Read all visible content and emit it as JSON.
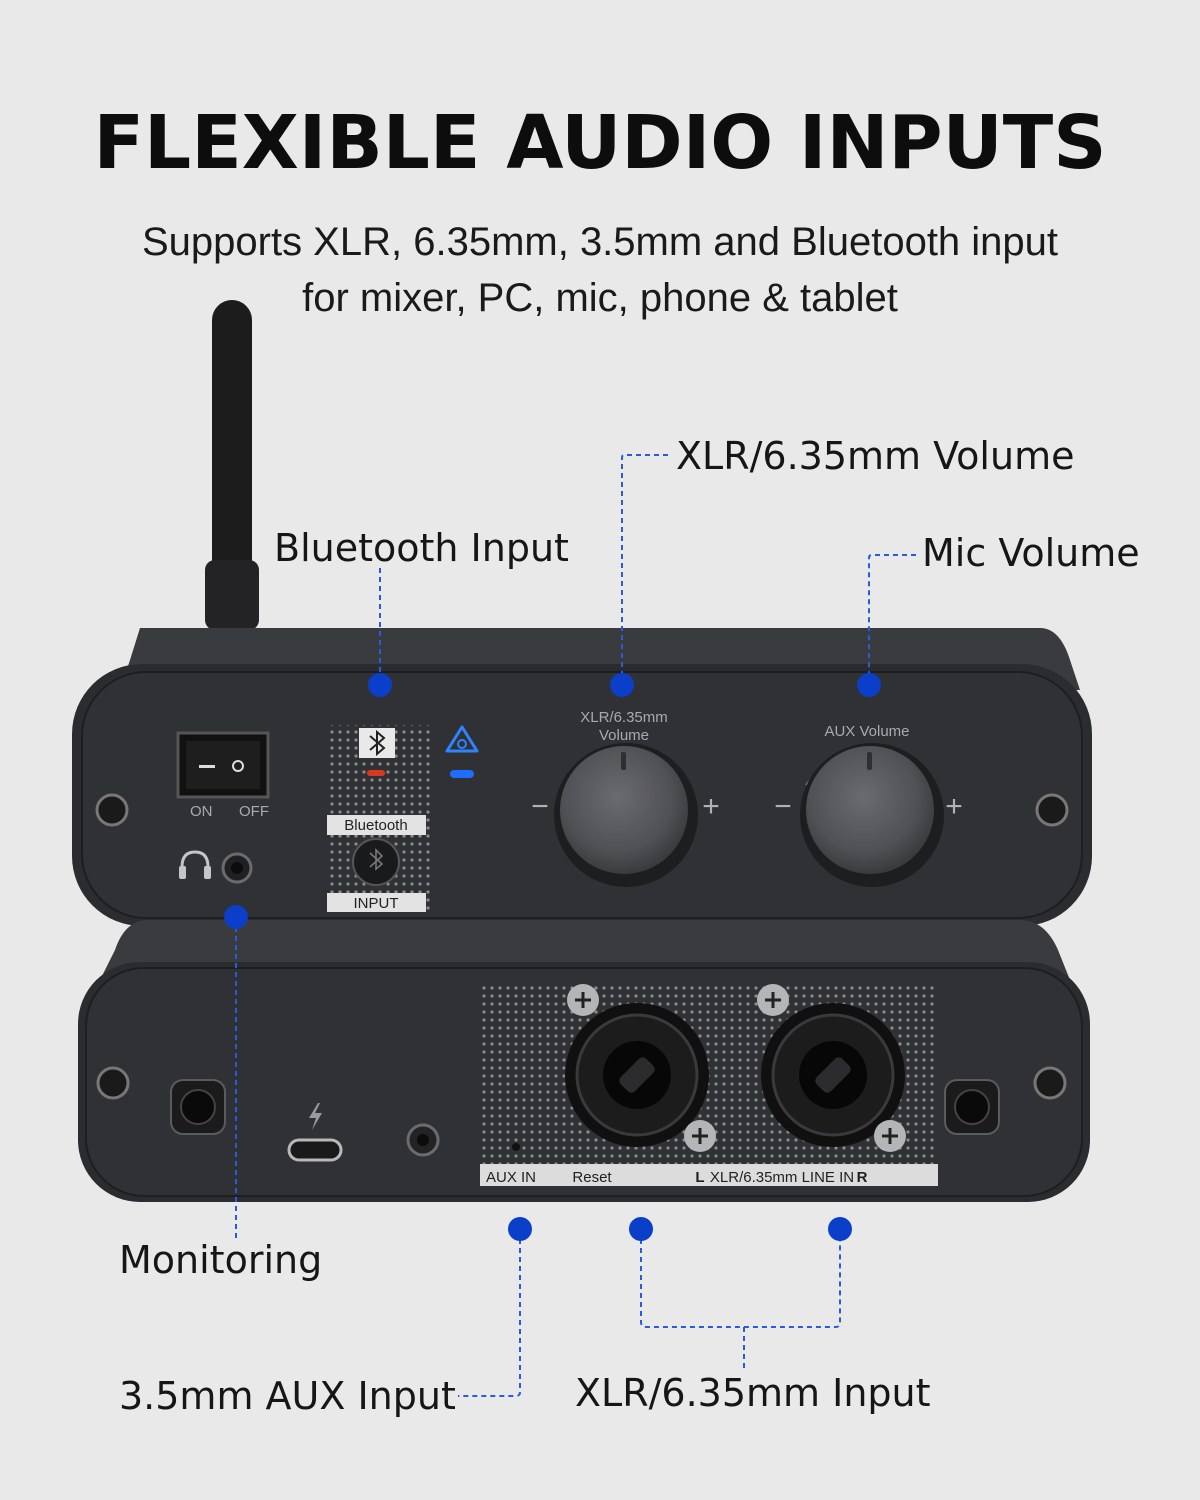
{
  "header": {
    "title": "FLEXIBLE AUDIO INPUTS",
    "subtitle_line1": "Supports XLR, 6.35mm, 3.5mm and Bluetooth input",
    "subtitle_line2": "for mixer, PC, mic, phone & tablet"
  },
  "callouts": {
    "xlr_volume": "XLR/6.35mm Volume",
    "bluetooth_input": "Bluetooth Input",
    "mic_volume": "Mic Volume",
    "monitoring": "Monitoring",
    "aux_input": "3.5mm AUX Input",
    "xlr_input": "XLR/6.35mm Input"
  },
  "front_panel": {
    "switch_on": "ON",
    "switch_off": "OFF",
    "bluetooth_label": "Bluetooth",
    "input_label": "INPUT",
    "knob1_label_line1": "XLR/6.35mm",
    "knob1_label_line2": "Volume",
    "knob2_label": "AUX Volume",
    "minus": "−",
    "plus": "+"
  },
  "rear_panel": {
    "aux_in": "AUX IN",
    "reset": "Reset",
    "left": "L",
    "line_in": "XLR/6.35mm LINE IN",
    "right": "R"
  },
  "colors": {
    "accent_blue": "#0b3fc9",
    "device_body": "#2a2b2d",
    "background": "#e9e9e9"
  }
}
